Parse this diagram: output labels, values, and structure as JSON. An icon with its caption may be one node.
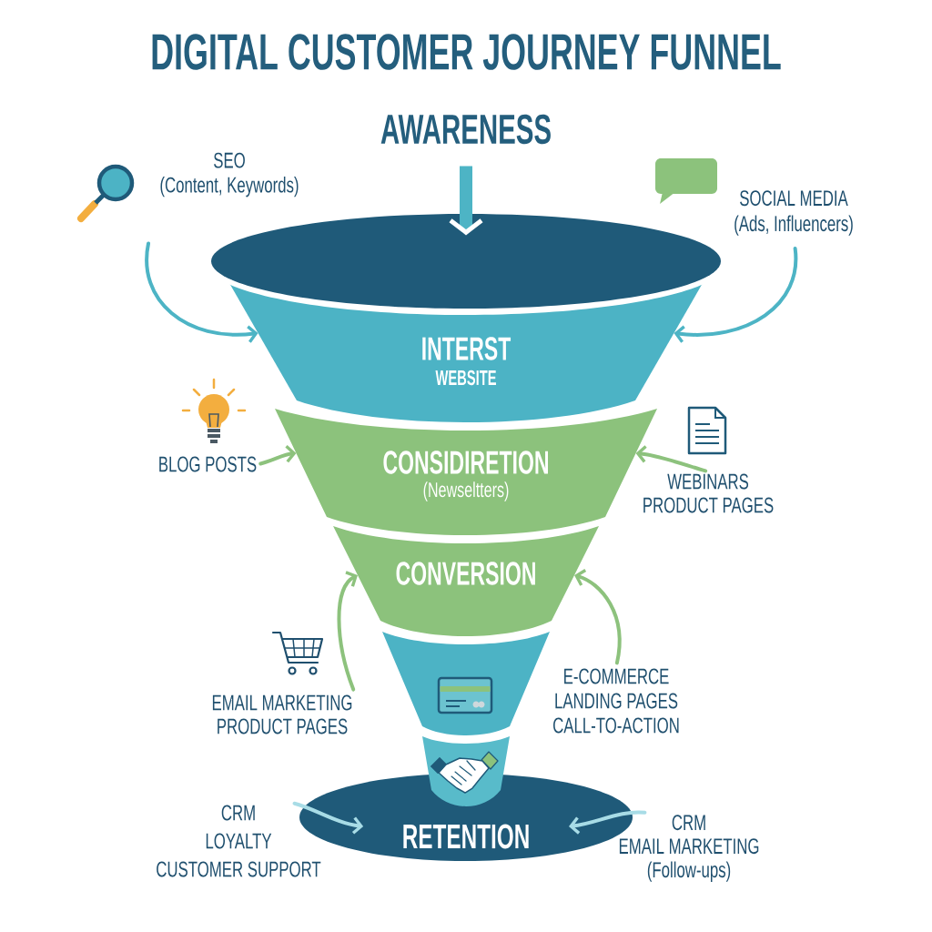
{
  "diagram": {
    "title": "DIGITAL CUSTOMER JOURNEY FUNNEL",
    "nodes": [
      {
        "text": [
          "AWARENESS"
        ]
      },
      {
        "text": [],
        "shape": "ellipse"
      },
      {
        "text": [
          "INTERST",
          "WEBSITE"
        ]
      },
      {
        "text": [
          "CONSIDIRETION",
          "(Newseltters)"
        ]
      },
      {
        "text": [
          "CONVERSION"
        ]
      },
      {
        "text": [],
        "shape": "band"
      },
      {
        "text": [],
        "shape": "band"
      },
      {
        "text": [
          "RETENTION"
        ]
      },
      {
        "text": [
          "SEO",
          "(Content, Keywords)"
        ]
      },
      {
        "text": [
          "SOCIAL MEDIA",
          "(Ads, Influencers)"
        ]
      },
      {
        "text": [
          "BLOG POSTS"
        ]
      },
      {
        "text": [
          "WEBINARS",
          "PRODUCT PAGES"
        ]
      },
      {
        "text": [
          "EMAIL MARKETING",
          "PRODUCT PAGES"
        ]
      },
      {
        "text": [
          "E-COMMERCE",
          "LANDING PAGES",
          "CALL-TO-ACTION"
        ]
      },
      {
        "text": [
          "CRM",
          "LOYALTY",
          "CUSTOMER SUPPORT"
        ]
      },
      {
        "text": [
          "CRM",
          "EMAIL MARKETING",
          "(Follow-ups)"
        ]
      }
    ],
    "edges": [
      {
        "from": 0,
        "to": 1,
        "arrow": "to",
        "style": "thick",
        "color": "#4db4c5"
      },
      {
        "from": 8,
        "to": 2,
        "arrow": "to",
        "color": "#4db4c5"
      },
      {
        "from": 9,
        "to": 2,
        "arrow": "to",
        "color": "#4db4c5"
      },
      {
        "from": 10,
        "to": 3,
        "arrow": "to"
      },
      {
        "from": 11,
        "to": 3,
        "arrow": "to"
      },
      {
        "from": 12,
        "to": 4,
        "arrow": "to"
      },
      {
        "from": 13,
        "to": 4,
        "arrow": "to"
      },
      {
        "from": 14,
        "to": 7,
        "arrow": "to",
        "color": "#a8dce6"
      },
      {
        "from": 15,
        "to": 7,
        "arrow": "to",
        "color": "#a8dce6"
      }
    ]
  }
}
